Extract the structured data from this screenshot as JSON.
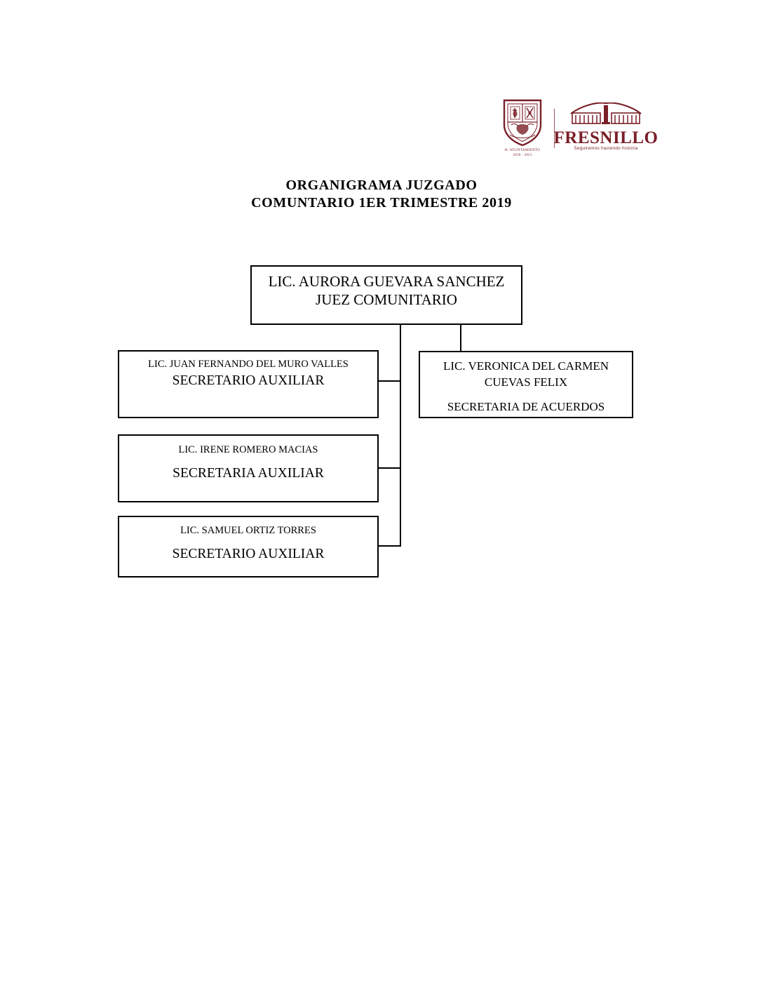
{
  "document": {
    "title_lines": [
      "ORGANIGRAMA JUZGADO",
      "COMUNTARIO 1ER TRIMESTRE 2019"
    ],
    "accent_color": "#7a1f28",
    "line_color": "#000000",
    "background_color": "#ffffff"
  },
  "header": {
    "crest": {
      "icon": "coat-of-arms-shield-icon",
      "caption_lines": [
        "H. AYUNTAMIENTO",
        "2018 - 2021"
      ]
    },
    "fresnillo": {
      "icon": "fresnillo-aqueduct-icon",
      "wordmark": "FRESNILLO",
      "tagline": "Seguiremos haciendo historia"
    }
  },
  "chart_data": {
    "type": "org-chart",
    "title": "ORGANIGRAMA JUZGADO COMUNTARIO 1ER TRIMESTRE 2019",
    "nodes": [
      {
        "id": "juez",
        "name": "LIC. AURORA GUEVARA SANCHEZ",
        "role": "JUEZ COMUNITARIO",
        "level": 0,
        "parent": null
      },
      {
        "id": "acuerdos",
        "name": "LIC.  VERONICA DEL CARMEN",
        "name_line2": "CUEVAS FELIX",
        "role": "SECRETARIA DE ACUERDOS",
        "level": 1,
        "parent": "juez"
      },
      {
        "id": "sec1",
        "name": "LIC. JUAN FERNANDO DEL MURO VALLES",
        "role": "SECRETARIO AUXILIAR",
        "level": 1,
        "parent": "juez"
      },
      {
        "id": "sec2",
        "name": "LIC. IRENE ROMERO MACIAS",
        "role": "SECRETARIA AUXILIAR",
        "level": 1,
        "parent": "juez"
      },
      {
        "id": "sec3",
        "name": "LIC. SAMUEL ORTIZ TORRES",
        "role": "SECRETARIO AUXILIAR",
        "level": 1,
        "parent": "juez"
      }
    ]
  }
}
